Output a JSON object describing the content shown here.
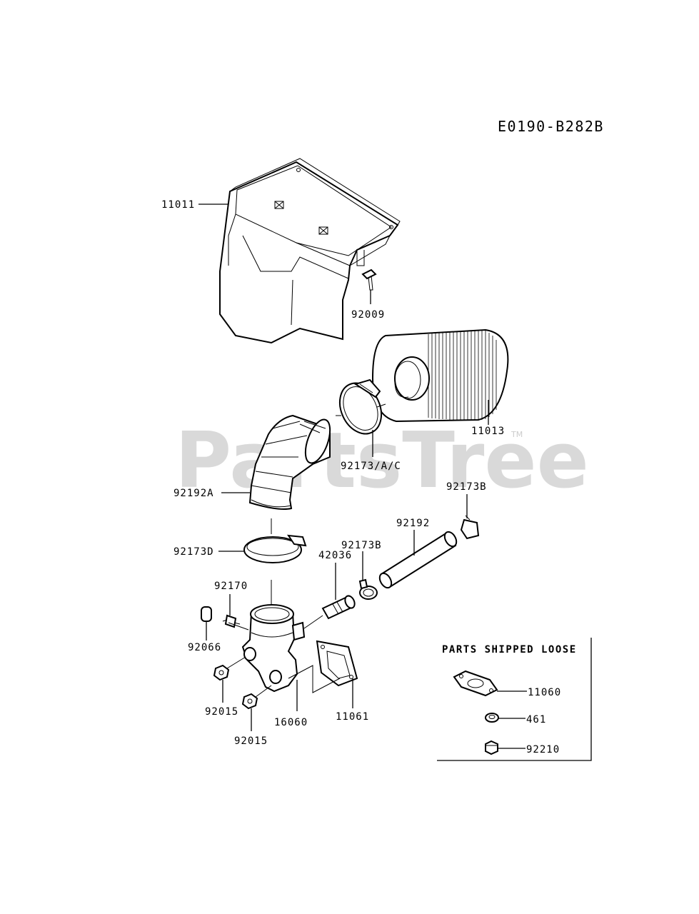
{
  "diagram_code": "E0190-B282B",
  "watermark": "PartsTree",
  "watermark_tm": "TM",
  "part_labels": {
    "p11011": "11011",
    "p92009": "92009",
    "p11013": "11013",
    "p92173ac": "92173/A/C",
    "p92192a": "92192A",
    "p92173d": "92173D",
    "p92173b_top": "92173B",
    "p92192": "92192",
    "p92173b_mid": "92173B",
    "p42036": "42036",
    "p92170": "92170",
    "p92066": "92066",
    "p92015_a": "92015",
    "p16060": "16060",
    "p92015_b": "92015",
    "p11061": "11061"
  },
  "loose_parts": {
    "title": "PARTS SHIPPED LOOSE",
    "items": [
      "11060",
      "461",
      "92210"
    ]
  }
}
